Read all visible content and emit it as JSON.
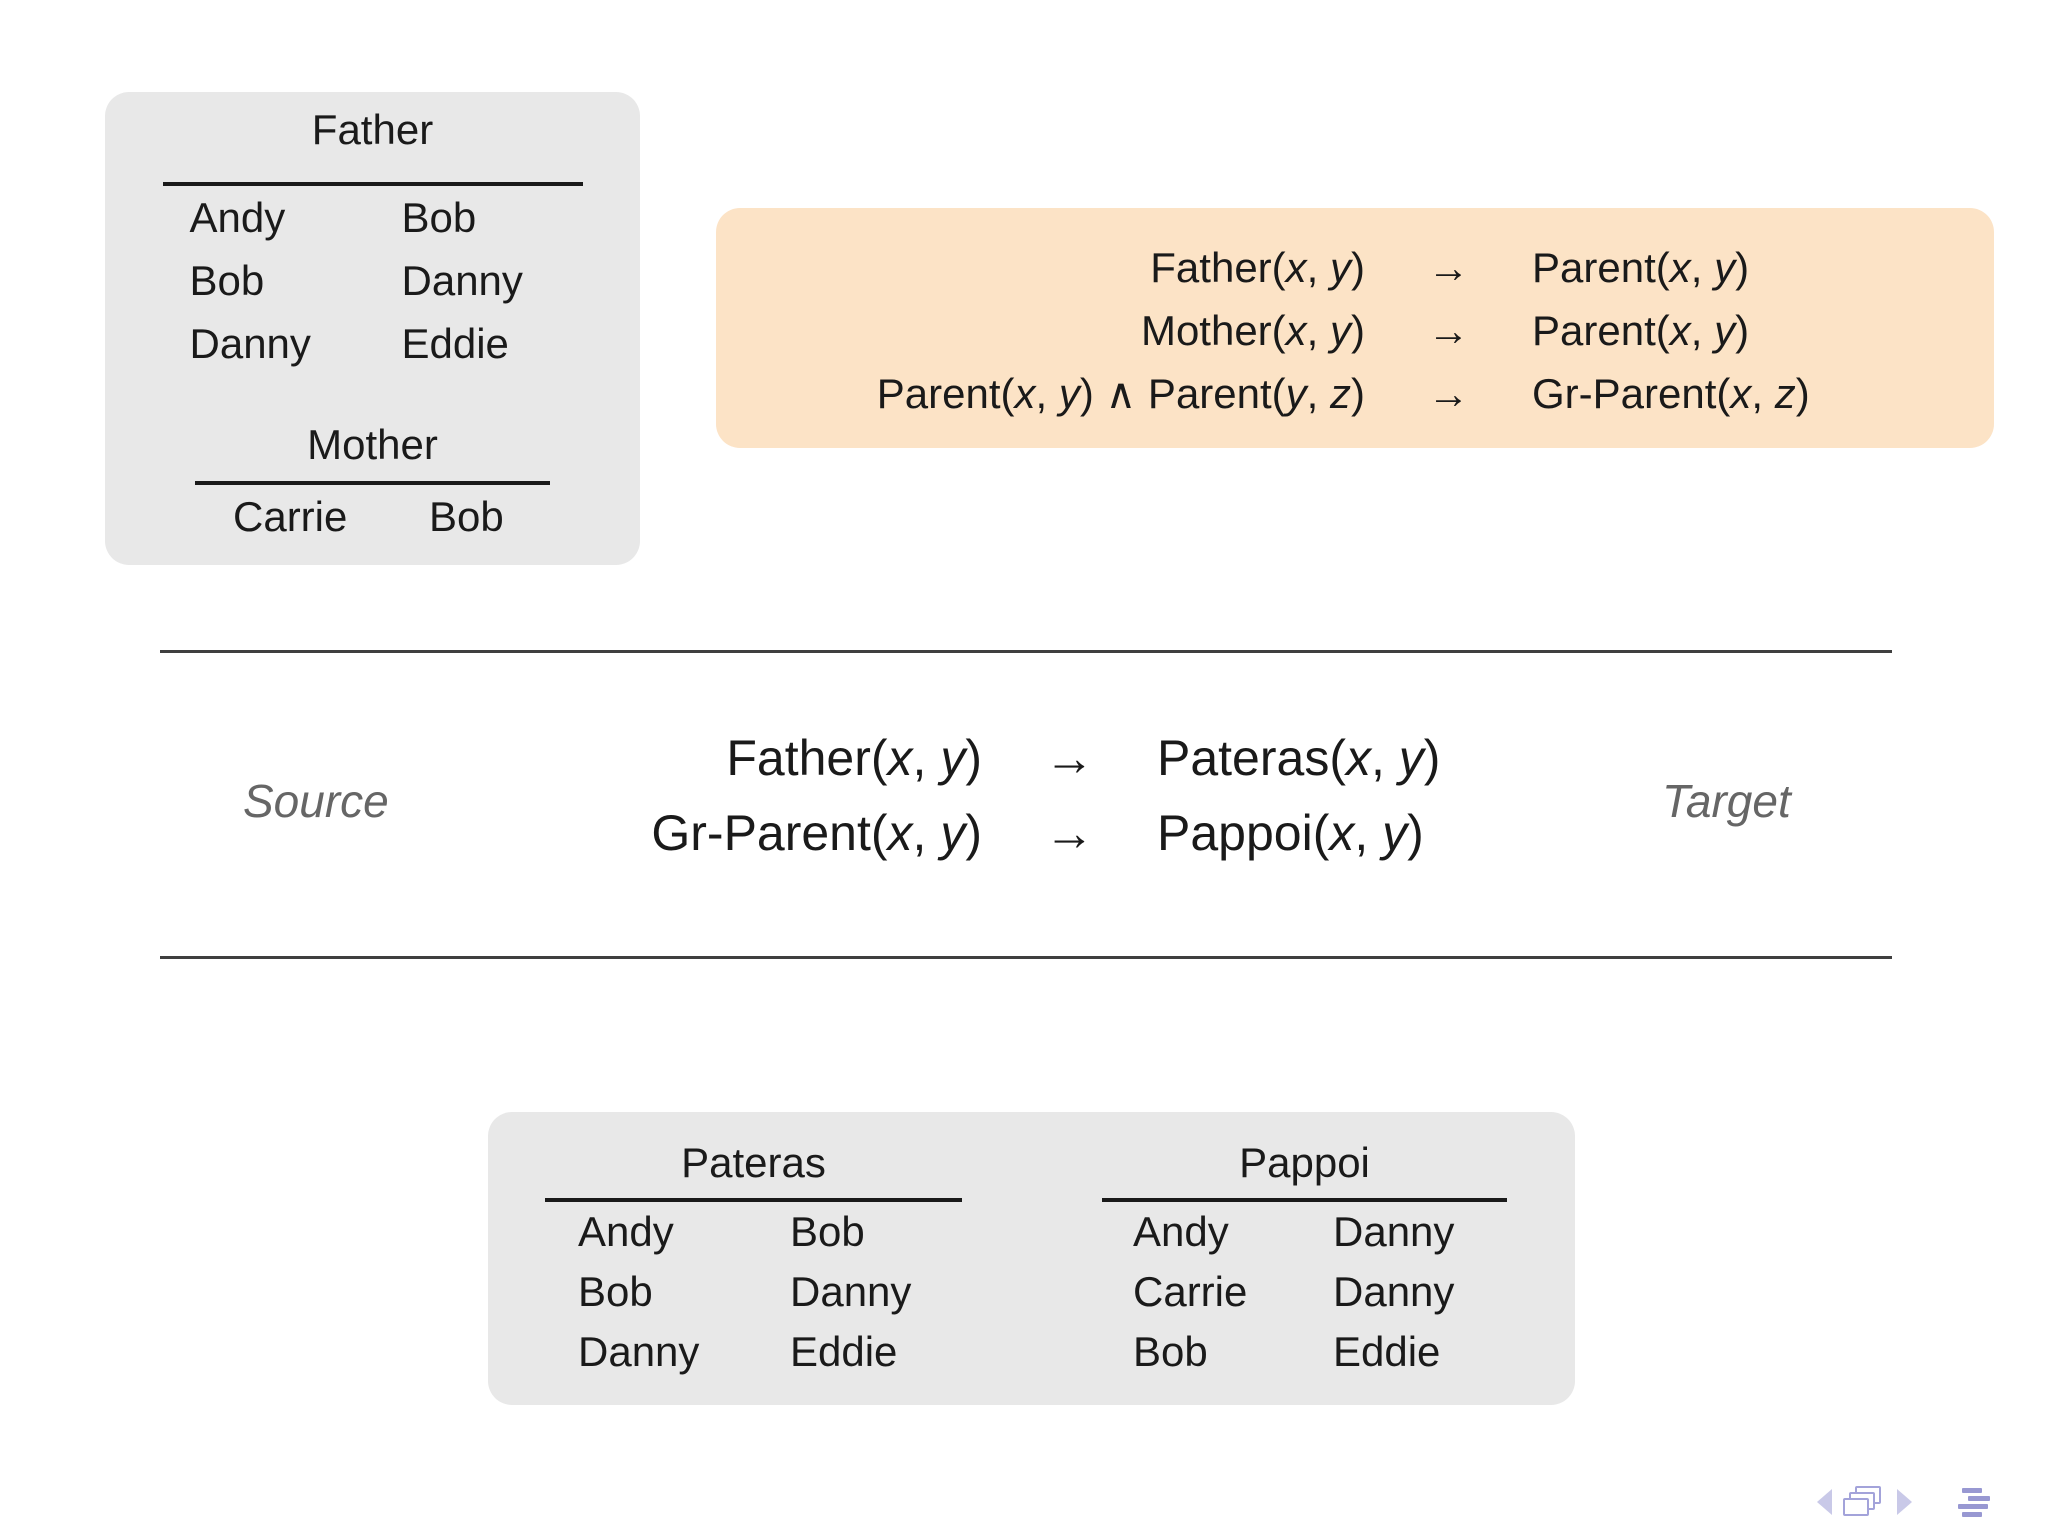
{
  "colors": {
    "text": "#1a1a1a",
    "box_gray": "#e8e8e8",
    "box_orange": "#fce3c6",
    "table_rule": "#1a1a1a",
    "section_line": "#3f3f3f",
    "muted_label": "#666666",
    "nav_light": "#c9c9e8",
    "nav_frame": "#a3a3da",
    "nav_bars": "#9898d2"
  },
  "source_db": {
    "father": {
      "title": "Father",
      "rows": [
        [
          "Andy",
          "Bob"
        ],
        [
          "Bob",
          "Danny"
        ],
        [
          "Danny",
          "Eddie"
        ]
      ]
    },
    "mother": {
      "title": "Mother",
      "rows": [
        [
          "Carrie",
          "Bob"
        ]
      ]
    }
  },
  "rules_box": {
    "rows": [
      {
        "lhs": "Father(x, y)",
        "arrow": "→",
        "rhs": "Parent(x, y)"
      },
      {
        "lhs": "Mother(x, y)",
        "arrow": "→",
        "rhs": "Parent(x, y)"
      },
      {
        "lhs": "Parent(x, y) ∧ Parent(y, z)",
        "arrow": "→",
        "rhs": "Gr-Parent(x, z)"
      }
    ]
  },
  "mapping_section": {
    "source_label": "Source",
    "target_label": "Target",
    "rows": [
      {
        "lhs": "Father(x, y)",
        "arrow": "→",
        "rhs": "Pateras(x, y)"
      },
      {
        "lhs": "Gr-Parent(x, y)",
        "arrow": "→",
        "rhs": "Pappoi(x, y)"
      }
    ]
  },
  "target_db": {
    "pateras": {
      "title": "Pateras",
      "rows": [
        [
          "Andy",
          "Bob"
        ],
        [
          "Bob",
          "Danny"
        ],
        [
          "Danny",
          "Eddie"
        ]
      ]
    },
    "pappoi": {
      "title": "Pappoi",
      "rows": [
        [
          "Andy",
          "Danny"
        ],
        [
          "Carrie",
          "Danny"
        ],
        [
          "Bob",
          "Eddie"
        ]
      ]
    }
  },
  "nav": {
    "back_icon": "back-triangle",
    "frames_icon": "overlay-frames",
    "forward_icon": "forward-triangle",
    "outline_icon": "outline-lines"
  }
}
